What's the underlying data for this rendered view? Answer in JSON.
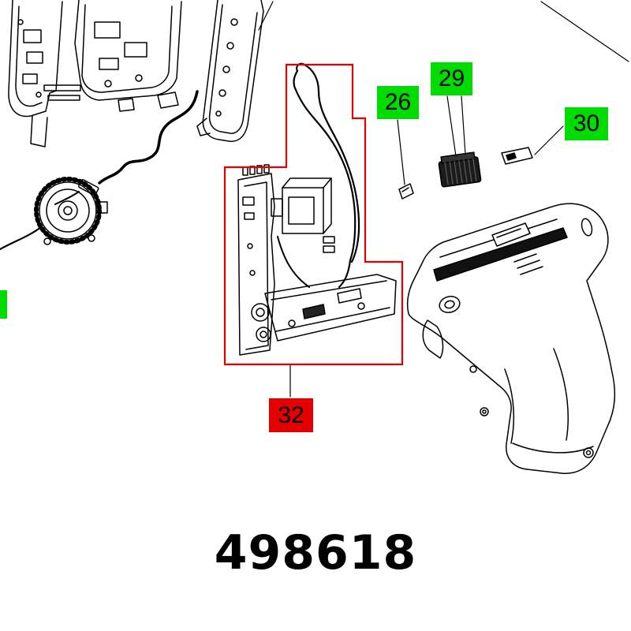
{
  "part_number": "498618",
  "callouts": {
    "c26": {
      "id": "26",
      "color": "green"
    },
    "c29": {
      "id": "29",
      "color": "green"
    },
    "c30": {
      "id": "30",
      "color": "green"
    },
    "c32": {
      "id": "32",
      "color": "red"
    }
  },
  "colors": {
    "callout_green": "#00DC00",
    "callout_red": "#E50000",
    "line": "#000000",
    "background": "#FFFFFF"
  }
}
